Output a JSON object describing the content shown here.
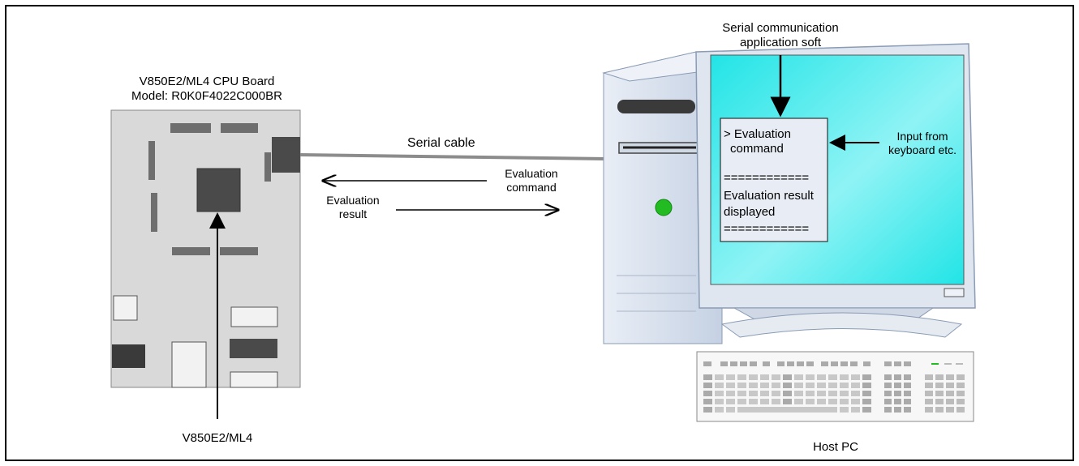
{
  "board": {
    "title_line1": "V850E2/ML4 CPU Board",
    "title_line2": "Model: R0K0F4022C000BR",
    "chip_label": "V850E2/ML4"
  },
  "cable": {
    "label": "Serial cable",
    "to_board_line1": "Evaluation",
    "to_board_line2": "command",
    "to_pc_line1": "Evaluation",
    "to_pc_line2": "result"
  },
  "pc": {
    "app_line1": "Serial communication",
    "app_line2": "application soft",
    "input_line1": "Input from",
    "input_line2": "keyboard etc.",
    "label": "Host PC",
    "screen_lines": [
      "> Evaluation",
      "  command",
      "",
      "============",
      "Evaluation result",
      "displayed",
      "============"
    ]
  },
  "colors": {
    "board": "#d9d9d9",
    "chip": "#4a4a4a",
    "screen": "#2ee8ea",
    "tower": "#d7e1ef",
    "led": "#22bb22"
  }
}
